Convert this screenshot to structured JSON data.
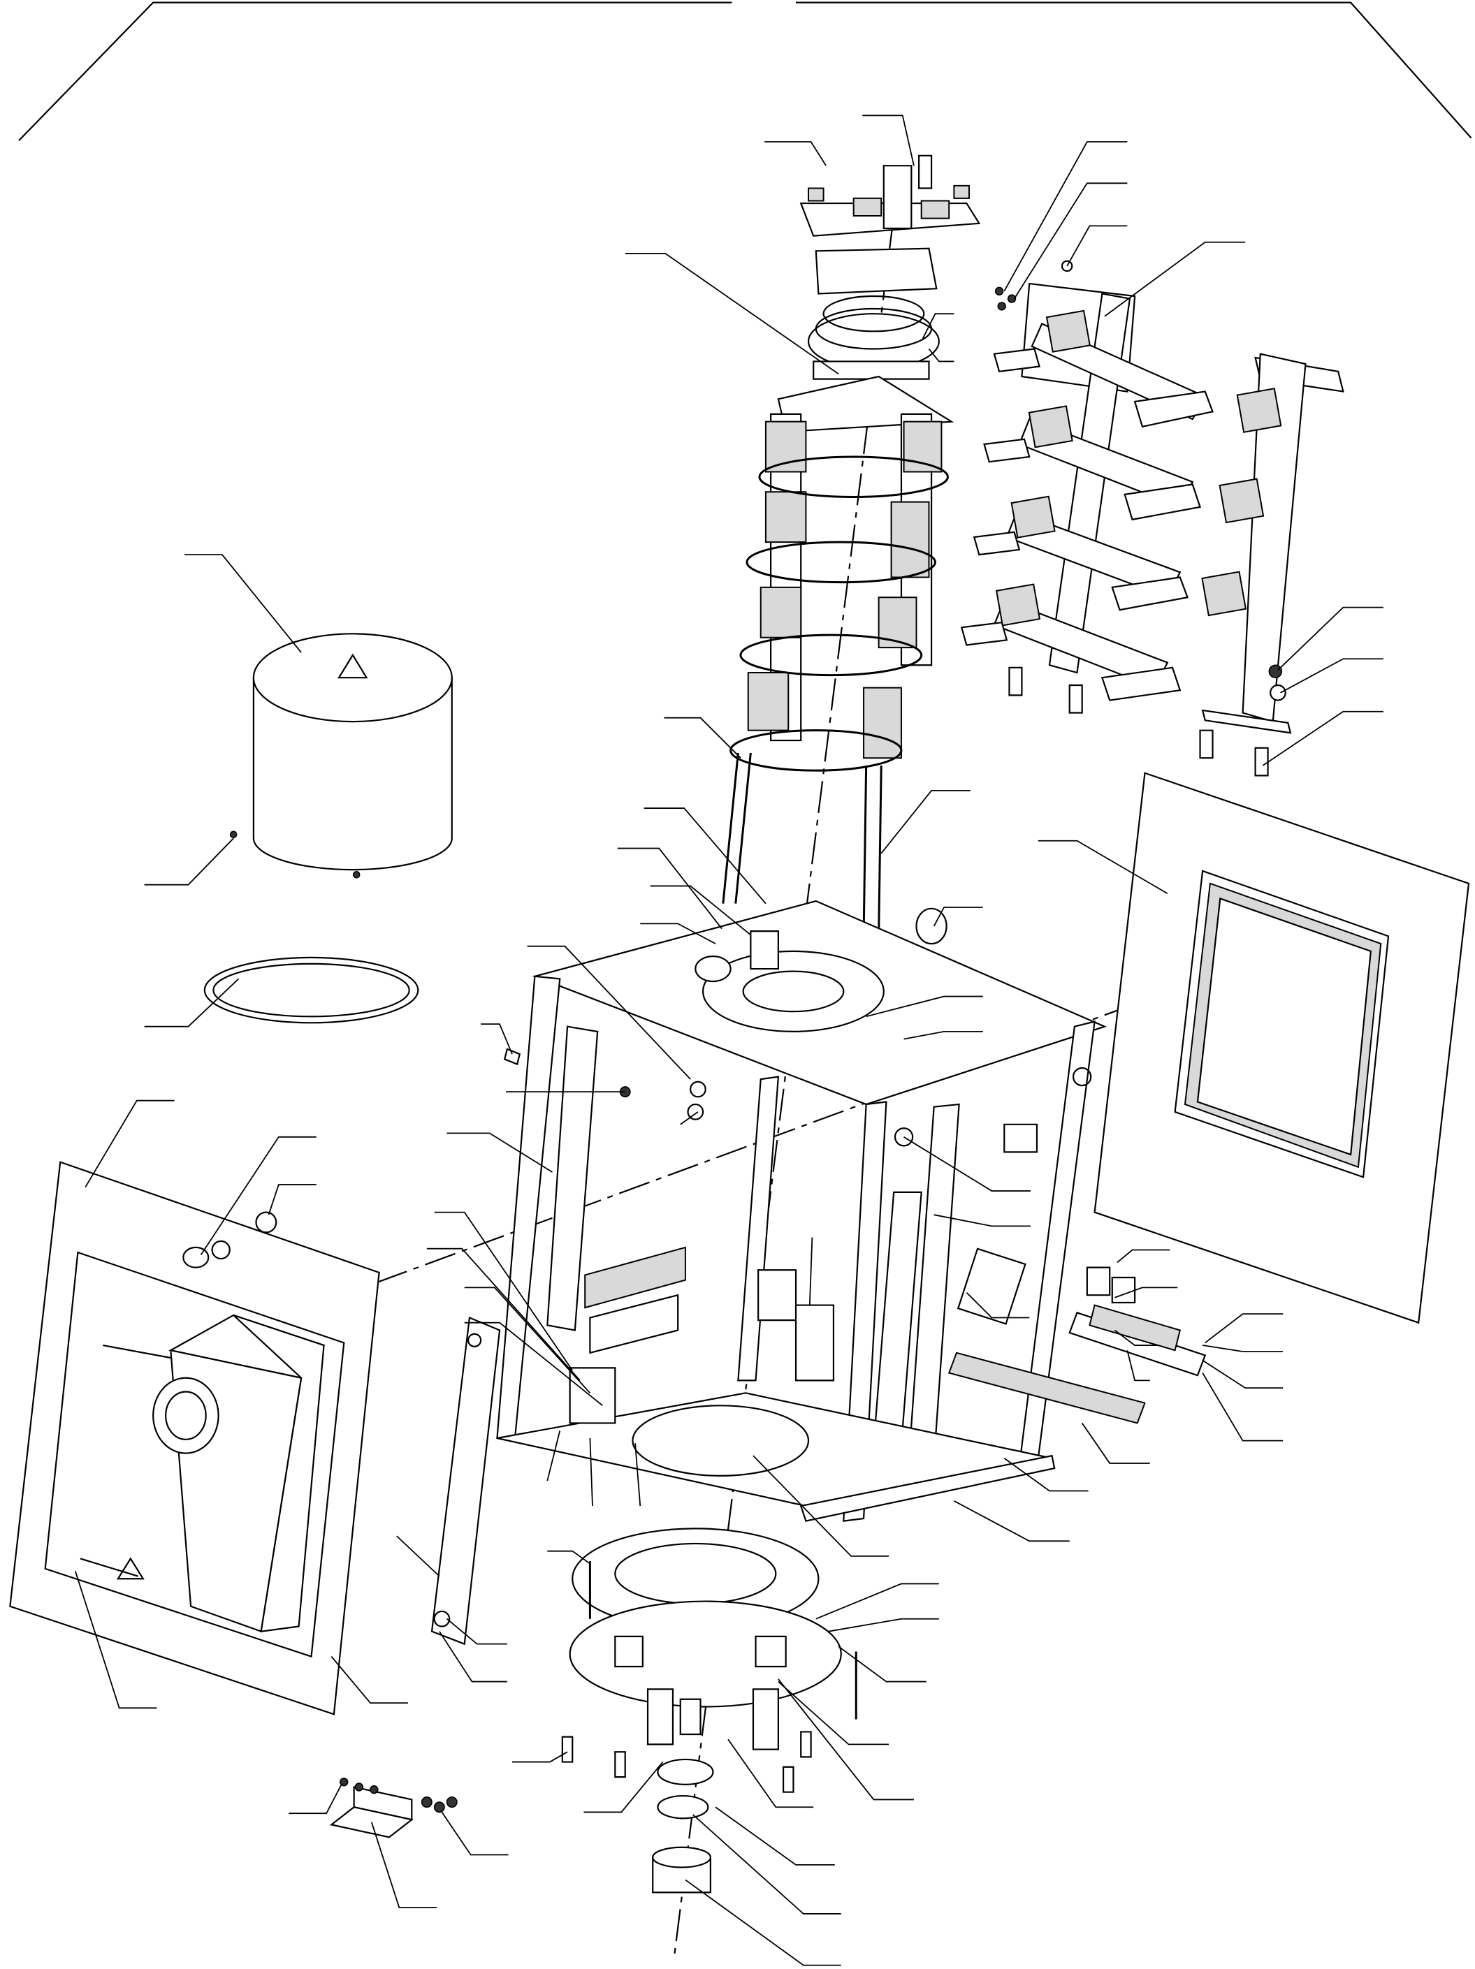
{
  "drawing": {
    "type": "exploded assembly diagram",
    "line_color": "#000000",
    "background": "#ffffff",
    "callouts_labeled": false,
    "groups": [
      "cylindrical-cover-with-warning-label",
      "gasket-ring",
      "insulator-column-with-contacts",
      "disconnector-frame-with-contact-arms",
      "cubicle-frame",
      "left-side-door-with-cable-duct",
      "right-side-panel-with-window",
      "lower-flange-assembly",
      "bracket-and-bolts"
    ]
  }
}
